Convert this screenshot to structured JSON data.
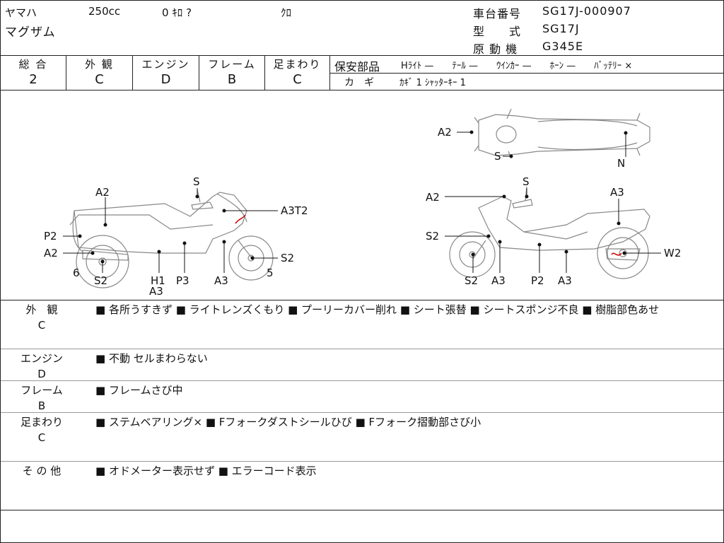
{
  "header": {
    "maker": "ヤマハ",
    "cc": "250cc",
    "mileage": "0 ｷﾛ ?",
    "color": "ｸﾛ",
    "model_name": "マグザム",
    "frame_label": "車台番号",
    "frame_no": "SG17J-000907",
    "type_label": "型　　式",
    "type_no": "SG17J",
    "engine_label": "原 動 機",
    "engine_no": "G345E"
  },
  "grades": [
    {
      "label": "総 合",
      "value": "2"
    },
    {
      "label": "外 観",
      "value": "C"
    },
    {
      "label": "エンジン",
      "value": "D"
    },
    {
      "label": "フレーム",
      "value": "B"
    },
    {
      "label": "足まわり",
      "value": "C"
    }
  ],
  "parts": {
    "label": "保安部品",
    "items": "Hﾗｲﾄ —　　ﾃｰﾙ —　　ｳｲﾝｶｰ —　　ﾎｰﾝ —　　ﾊﾞｯﾃﾘｰ ×",
    "key_label": "カ　ギ",
    "key_value": "ｶｷﾞ 1  ｼｬｯﾀｰｷｰ 1"
  },
  "diagram": {
    "left": [
      "A2",
      "S",
      "A3T2",
      "P2",
      "A2",
      "S2",
      "6",
      "S2",
      "H1",
      "A3",
      "P3",
      "A3",
      "5"
    ],
    "right": [
      "A2",
      "S",
      "A3",
      "S2",
      "W2",
      "S2",
      "A3",
      "P2",
      "A3"
    ],
    "top": [
      "A2",
      "S",
      "N"
    ]
  },
  "sections": [
    {
      "label": "外　観",
      "grade": "C",
      "text": "■ 各所うすきず ■ ライトレンズくもり ■ プーリーカバー削れ ■ シート張替 ■ シートスポンジ不良 ■ 樹脂部色あせ"
    },
    {
      "label": "エンジン",
      "grade": "D",
      "text": "■ 不動 セルまわらない"
    },
    {
      "label": "フレーム",
      "grade": "B",
      "text": "■ フレームさび中"
    },
    {
      "label": "足まわり",
      "grade": "C",
      "text": "■ ステムベアリング× ■ Fフォークダストシールひび ■ Fフォーク摺動部さび小"
    },
    {
      "label": "そ の 他",
      "grade": "",
      "text": "■ オドメーター表示せず ■ エラーコード表示"
    }
  ]
}
